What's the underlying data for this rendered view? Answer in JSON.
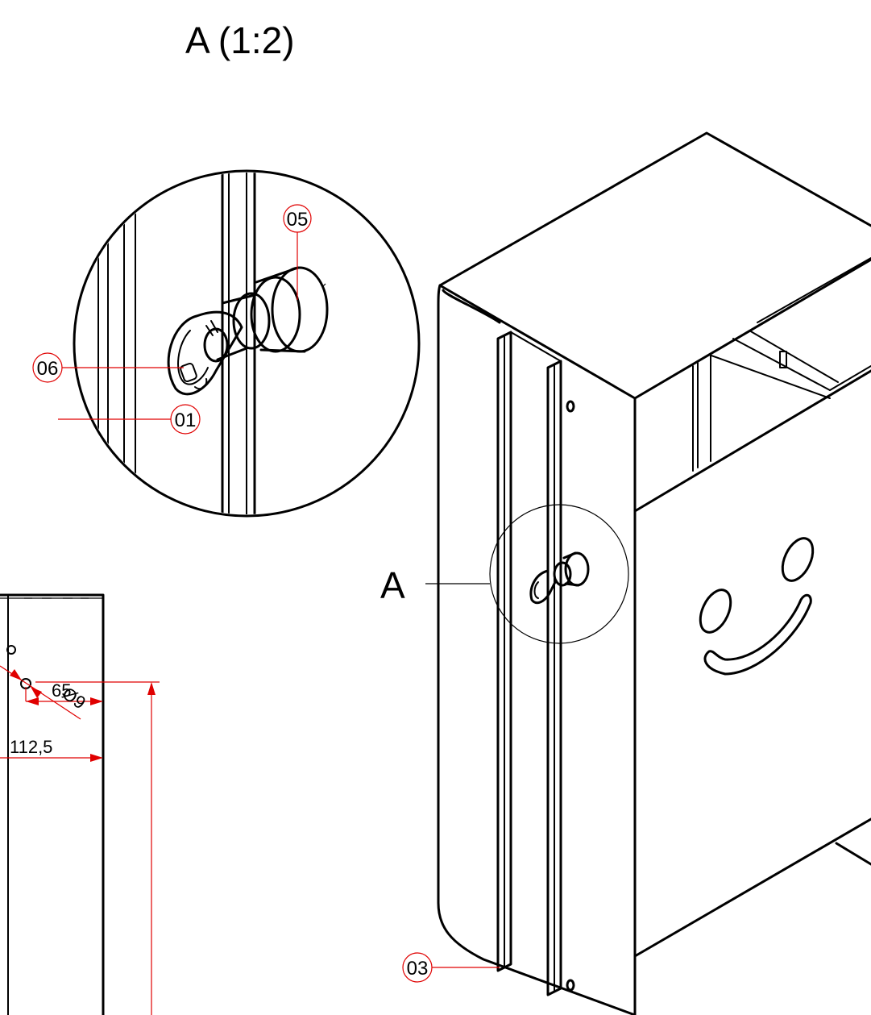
{
  "detail_title": "A (1:2)",
  "detail_marker": "A",
  "balloons": {
    "b05": "05",
    "b06": "06",
    "b01": "01",
    "b03": "03"
  },
  "dimensions": {
    "d112": "112,5",
    "d65": "65",
    "dia9": "Ø9"
  },
  "colors": {
    "annotation": "#e00000",
    "line": "#000000",
    "background": "#ffffff"
  }
}
